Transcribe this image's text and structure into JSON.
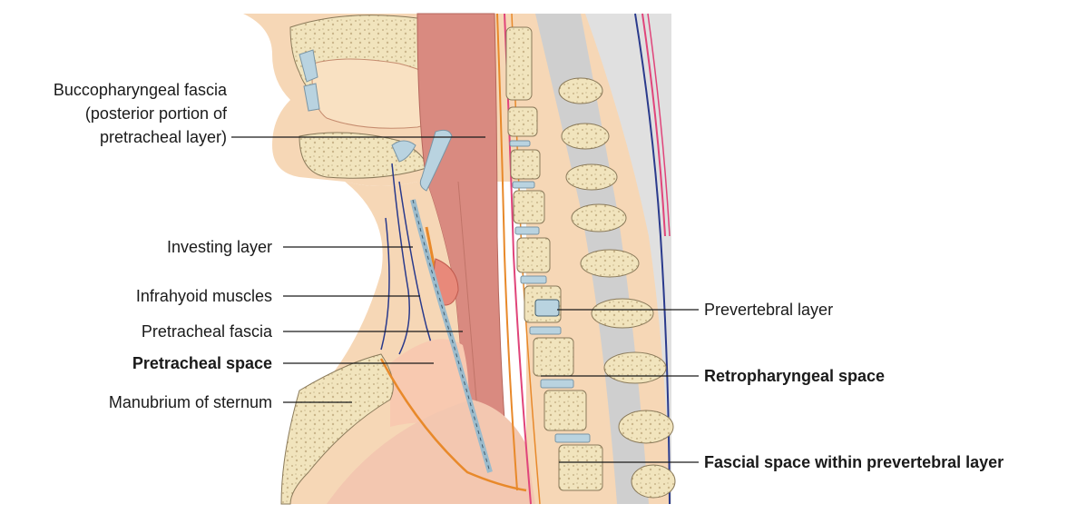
{
  "labels": {
    "buccopharyngeal": {
      "line1": "Buccopharyngeal fascia",
      "line2": "(posterior portion of",
      "line3": "pretracheal layer)"
    },
    "investing_layer": "Investing layer",
    "infrahyoid_muscles": "Infrahyoid muscles",
    "pretracheal_fascia": "Pretracheal fascia",
    "pretracheal_space": "Pretracheal space",
    "manubrium": "Manubrium of sternum",
    "prevertebral_layer": "Prevertebral layer",
    "retropharyngeal_space": "Retropharyngeal space",
    "fascial_space_prevertebral": "Fascial space within prevertebral layer"
  },
  "colors": {
    "skin": "#f6d7b6",
    "muscle": "#d98a80",
    "bone": "#f3e7c4",
    "cartilage": "#b9d3e0",
    "fascia_orange": "#e8892a",
    "fascia_pink": "#e0447a",
    "fascia_blue": "#2a3a8c",
    "spinal_gray": "#cfcfcf"
  }
}
